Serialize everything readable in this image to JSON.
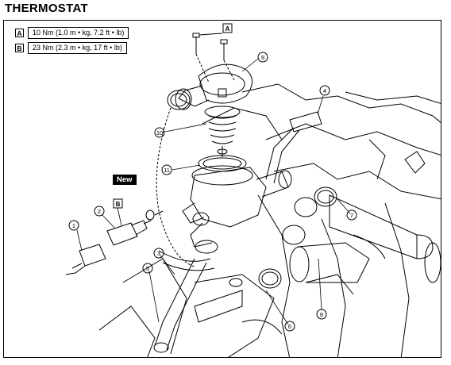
{
  "title": "THERMOSTAT",
  "torque_specs": [
    {
      "key": "A",
      "value": "10 Nm (1.0 m • kg, 7.2 ft • lb)"
    },
    {
      "key": "B",
      "value": "23 Nm (2.3 m • kg, 17 ft • lb)"
    }
  ],
  "new_badge": "New",
  "box_labels": {
    "a": "A",
    "b": "B"
  },
  "callouts": {
    "c1": "1",
    "c2": "2",
    "c3": "3",
    "c4": "4",
    "c5": "5",
    "c6": "6",
    "c7": "7",
    "c8": "8",
    "c9": "9",
    "c10": "10",
    "c11": "11"
  }
}
